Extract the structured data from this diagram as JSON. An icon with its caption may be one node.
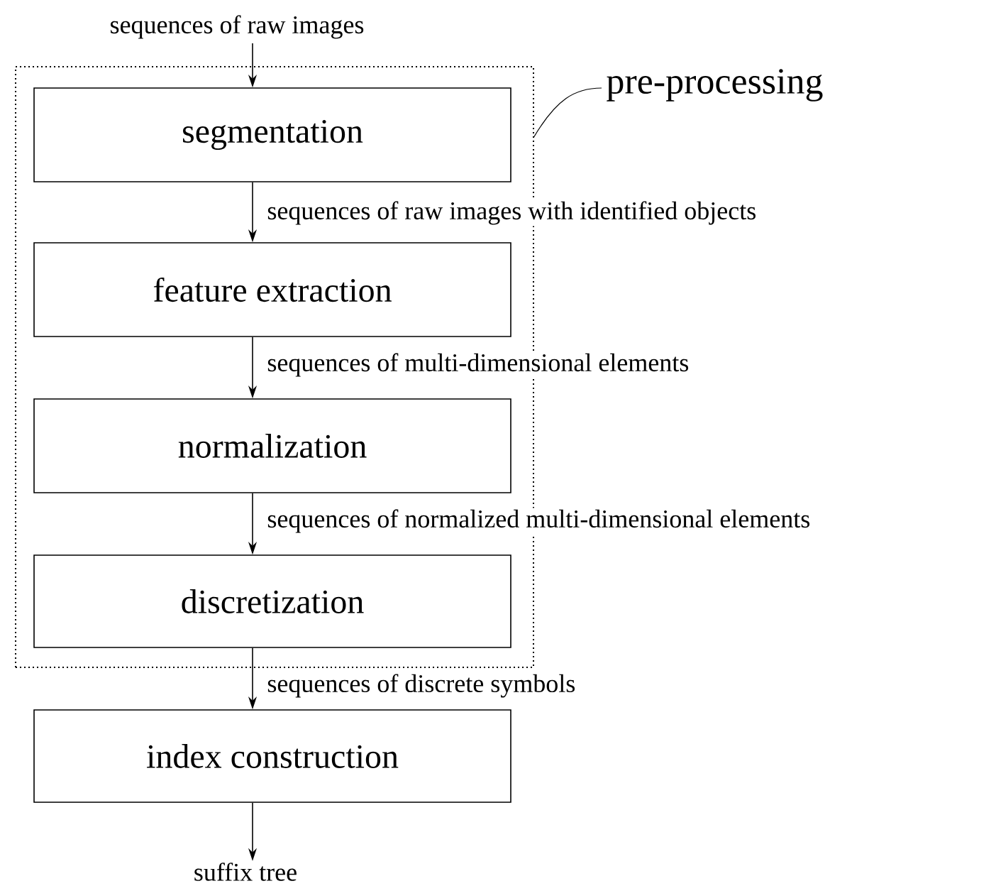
{
  "diagram": {
    "nodes": [
      {
        "text": [
          "sequences of raw images"
        ]
      },
      {
        "text": [
          "pre-processing"
        ]
      },
      {
        "text": [
          "segmentation"
        ],
        "in": 1
      },
      {
        "text": [
          "feature extraction"
        ],
        "in": 1
      },
      {
        "text": [
          "normalization"
        ],
        "in": 1
      },
      {
        "text": [
          "discretization"
        ],
        "in": 1
      },
      {
        "text": [
          "index construction"
        ]
      },
      {
        "text": [
          "suffix tree"
        ]
      }
    ],
    "edges": [
      {
        "from": 0,
        "to": 2,
        "arrow": "to"
      },
      {
        "from": 2,
        "to": 3,
        "arrow": "to",
        "label": "sequences of raw images with identified objects"
      },
      {
        "from": 3,
        "to": 4,
        "arrow": "to",
        "label": "sequences of multi-dimensional elements"
      },
      {
        "from": 4,
        "to": 5,
        "arrow": "to",
        "label": "sequences of normalized multi-dimensional elements"
      },
      {
        "from": 5,
        "to": 6,
        "arrow": "to",
        "label": "sequences of discrete symbols"
      },
      {
        "from": 6,
        "to": 7,
        "arrow": "to"
      }
    ]
  }
}
